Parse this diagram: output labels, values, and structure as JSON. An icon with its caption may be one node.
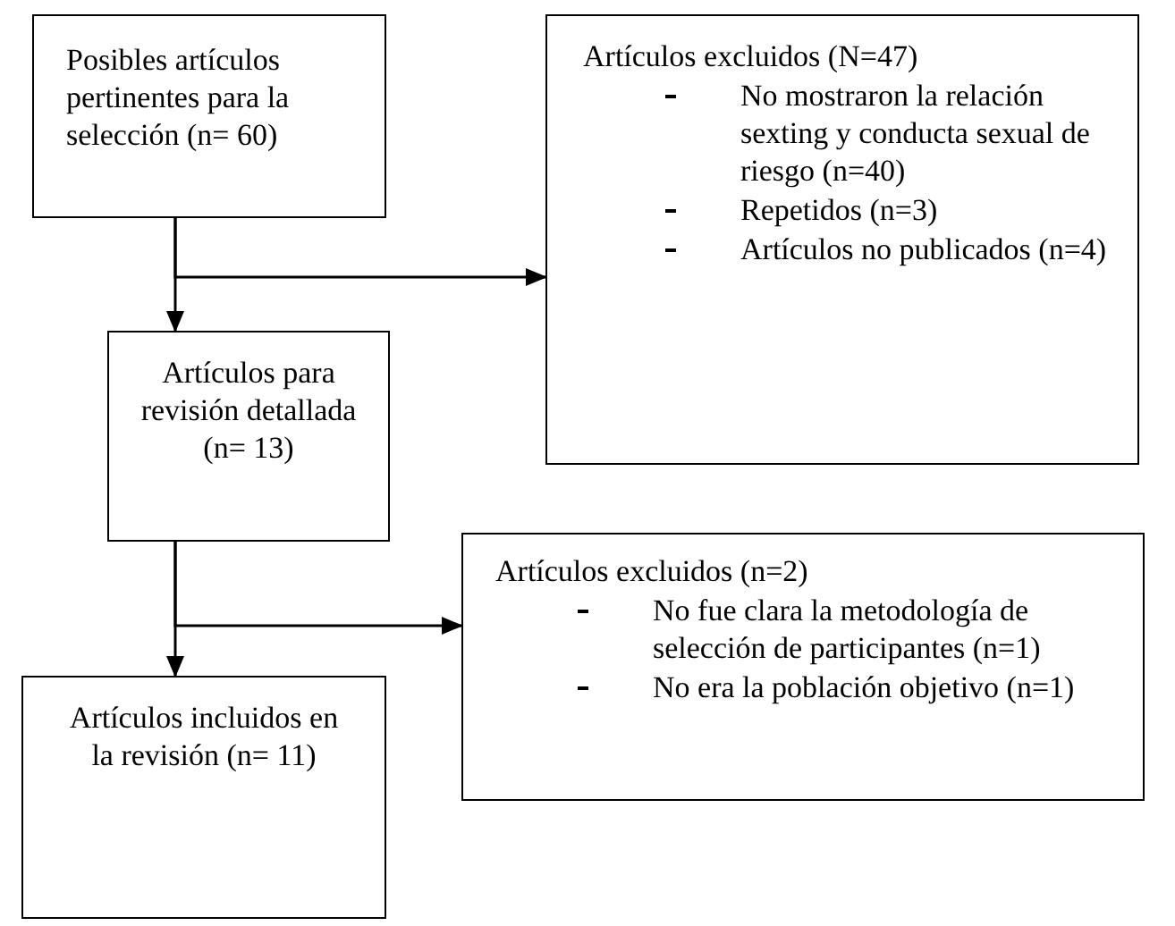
{
  "diagram": {
    "nodes": [
      {
        "text": [
          "Posibles artículos pertinentes para la selección (n= 60)"
        ]
      },
      {
        "text": [
          "Artículos excluidos (N=47)",
          "No mostraron la relación sexting y conducta sexual de riesgo (n=40)",
          "Repetidos (n=3)",
          "Artículos no publicados (n=4)"
        ]
      },
      {
        "text": [
          "Artículos para revisión detallada (n= 13)"
        ]
      },
      {
        "text": [
          "Artículos excluidos (n=2)",
          "No fue clara la metodología de selección de participantes (n=1)",
          "No era la población objetivo (n=1)"
        ]
      },
      {
        "text": [
          "Artículos incluidos en la revisión (n= 11)"
        ]
      }
    ],
    "edges": [
      {
        "from": 0,
        "to": 2,
        "arrow": "to"
      },
      {
        "from": 0,
        "to": 1,
        "arrow": "to"
      },
      {
        "from": 2,
        "to": 4,
        "arrow": "to"
      },
      {
        "from": 2,
        "to": 3,
        "arrow": "to"
      }
    ]
  }
}
